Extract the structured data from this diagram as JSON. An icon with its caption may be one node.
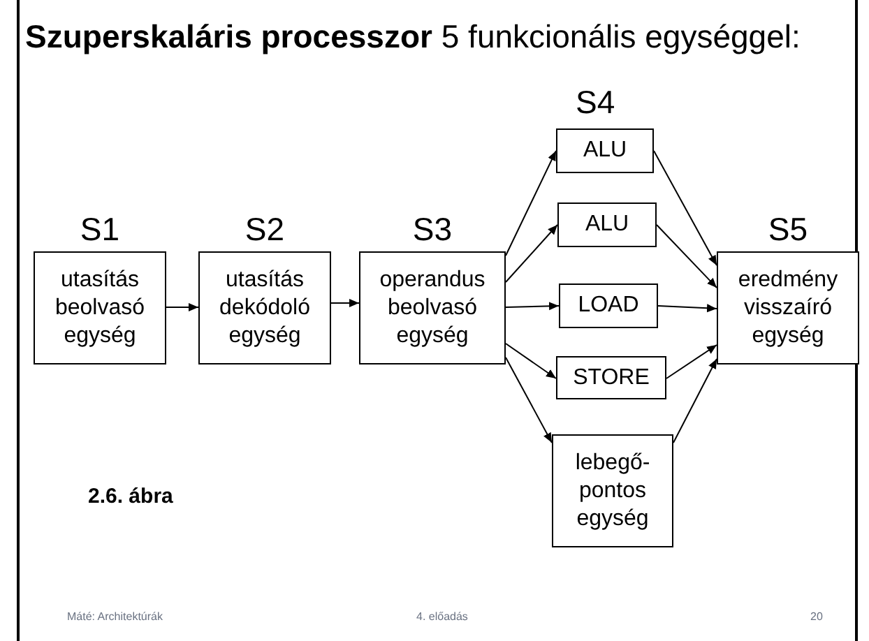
{
  "diagram": {
    "title": "**Szuperskaláris processzor** 5 funkcionális egységgel:",
    "nodes": [
      {
        "text": [
          "S1",
          "utasítás beolvasó egység"
        ]
      },
      {
        "text": [
          "S2",
          "utasítás dekódoló egység"
        ]
      },
      {
        "text": [
          "S3",
          "operandus beolvasó egység"
        ]
      },
      {
        "text": [
          "ALU"
        ]
      },
      {
        "text": [
          "ALU"
        ]
      },
      {
        "text": [
          "LOAD"
        ]
      },
      {
        "text": [
          "STORE"
        ]
      },
      {
        "text": [
          "lebegő- pontos egység"
        ]
      },
      {
        "text": [
          "S5",
          "eredmény visszaíró egység"
        ]
      }
    ],
    "edges": [
      {
        "from": 0,
        "to": 1,
        "arrow": "to"
      },
      {
        "from": 1,
        "to": 2,
        "arrow": "to"
      },
      {
        "from": 2,
        "to": 3,
        "arrow": "to"
      },
      {
        "from": 2,
        "to": 4,
        "arrow": "to"
      },
      {
        "from": 2,
        "to": 5,
        "arrow": "to"
      },
      {
        "from": 2,
        "to": 6,
        "arrow": "to"
      },
      {
        "from": 2,
        "to": 7,
        "arrow": "to"
      },
      {
        "from": 3,
        "to": 8,
        "arrow": "to"
      },
      {
        "from": 4,
        "to": 8,
        "arrow": "to"
      },
      {
        "from": 5,
        "to": 8,
        "arrow": "to"
      },
      {
        "from": 6,
        "to": 8,
        "arrow": "to"
      },
      {
        "from": 7,
        "to": 8,
        "arrow": "to"
      }
    ],
    "labels": [
      "S4",
      "2.6. ábra",
      "Máté: Architektúrák",
      "4. előadás",
      "20"
    ]
  }
}
